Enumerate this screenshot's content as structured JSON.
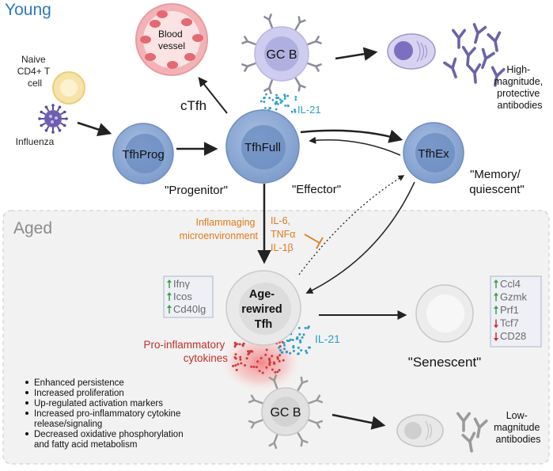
{
  "sections": {
    "young": "Young",
    "aged": "Aged"
  },
  "cells": {
    "naive": [
      "Naive",
      "CD4+ T",
      "cell"
    ],
    "influenza": "Influenza",
    "tfh_prog": "TfhProg",
    "tfh_full": "TfhFull",
    "tfh_ex": "TfhEx",
    "gcb_young": "GC B",
    "gcb_aged": "GC B",
    "blood_vessel": [
      "Blood",
      "vessel"
    ],
    "age_rewired": [
      "Age-",
      "rewired",
      "Tfh"
    ],
    "ctfh": "cTfh"
  },
  "labels": {
    "progenitor": "\"Progenitor\"",
    "effector": "\"Effector\"",
    "memory": [
      "\"Memory/",
      "quiescent\""
    ],
    "senescent": "\"Senescent\"",
    "il21_young": "IL-21",
    "il21_aged": "IL-21",
    "inflammaging": [
      "Inflammaging",
      "microenvironment"
    ],
    "cytokines": [
      "IL-6,",
      "TNFα",
      "IL-1β"
    ],
    "proinflam": [
      "Pro-inflammatory",
      "cytokines"
    ],
    "high_ab": [
      "High-",
      "magnitude,",
      "protective",
      "antibodies"
    ],
    "low_ab": [
      "Low-",
      "magnitude",
      "antibodies"
    ]
  },
  "gene_box_left": [
    {
      "dir": "up",
      "gene": "Ifnγ"
    },
    {
      "dir": "up",
      "gene": "Icos"
    },
    {
      "dir": "up",
      "gene": "Cd40lg"
    }
  ],
  "gene_box_right": [
    {
      "dir": "up",
      "gene": "Ccl4"
    },
    {
      "dir": "up",
      "gene": "Gzmk"
    },
    {
      "dir": "up",
      "gene": "Prf1"
    },
    {
      "dir": "down",
      "gene": "Tcf7"
    },
    {
      "dir": "down",
      "gene": "CD28"
    }
  ],
  "bullets": [
    [
      "Enhanced persistence"
    ],
    [
      "Increased proliferation"
    ],
    [
      "Up-regulated activation markers"
    ],
    [
      "Increased pro-inflammatory cytokine",
      "release/signaling"
    ],
    [
      "Decreased oxidative phosphorylation",
      "and fatty acid metabolism"
    ]
  ],
  "colors": {
    "young_title": "#2f7ab8",
    "aged_title": "#8a8a8a",
    "tfh_cell": "#8eaad3",
    "tfh_nucleus": "#6585bd",
    "il21": "#2a9fc7",
    "inflam": "#e07b1a",
    "proinflam": "#c0302b",
    "up_arrow": "#3aa04a",
    "down_arrow": "#d62a2a",
    "gcb": "#c9c8ec",
    "gcb_nucleus": "#9fa0d8",
    "antibody": "#6b63a8",
    "aged_bg": "#f2f2f2"
  }
}
